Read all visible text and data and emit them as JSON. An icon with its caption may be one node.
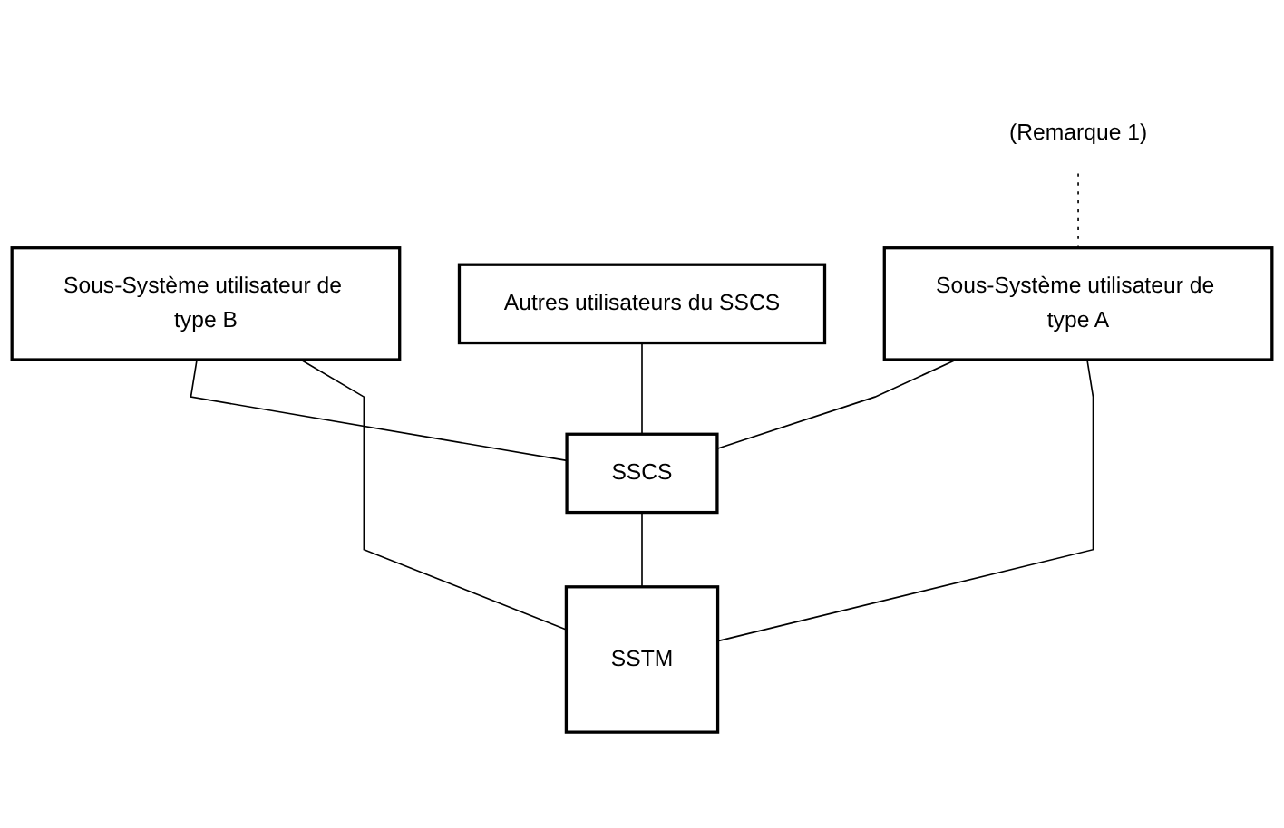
{
  "diagram": {
    "nodes": [
      {
        "text": [
          "Sous-Système utilisateur de type B"
        ]
      },
      {
        "text": [
          "Autres utilisateurs du SSCS"
        ]
      },
      {
        "text": [
          "Sous-Système utilisateur de type A"
        ]
      },
      {
        "text": [
          "(Remarque 1)"
        ]
      },
      {
        "text": [
          "SSCS"
        ]
      },
      {
        "text": [
          "SSTM"
        ]
      }
    ],
    "edges": [
      {
        "from": 0,
        "to": 4,
        "arrow": "none"
      },
      {
        "from": 0,
        "to": 5,
        "arrow": "none"
      },
      {
        "from": 1,
        "to": 4,
        "arrow": "none"
      },
      {
        "from": 3,
        "to": 2,
        "arrow": "none",
        "style": "dashed"
      },
      {
        "from": 2,
        "to": 4,
        "arrow": "none"
      },
      {
        "from": 2,
        "to": 5,
        "arrow": "none"
      },
      {
        "from": 4,
        "to": 5,
        "arrow": "none"
      }
    ]
  }
}
